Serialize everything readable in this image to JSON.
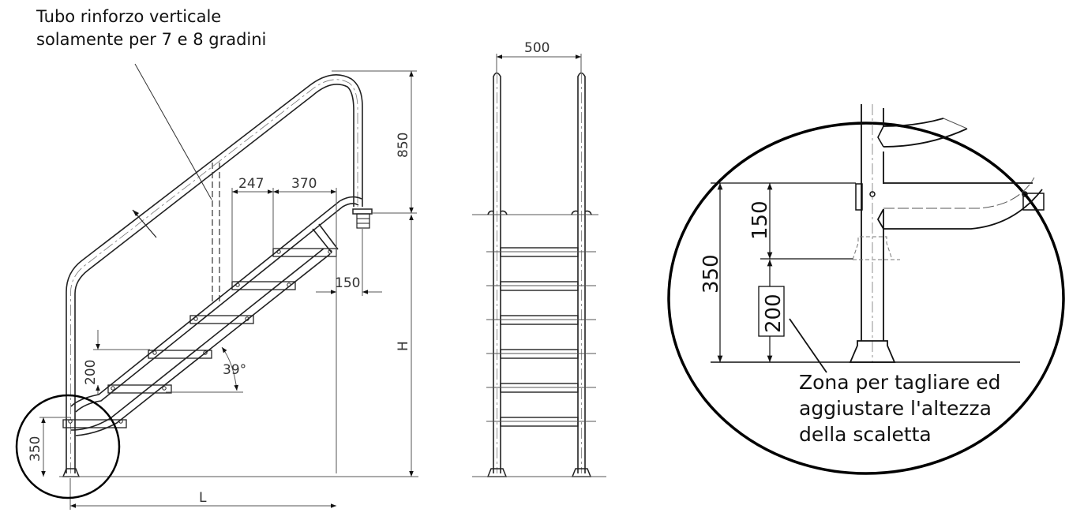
{
  "notes": {
    "reinforcement_line1": "Tubo rinforzo verticale",
    "reinforcement_line2": "solamente per 7 e 8 gradini",
    "cut_zone_line1": "Zona per tagliare ed",
    "cut_zone_line2": "aggiustare l'altezza",
    "cut_zone_line3": "della scaletta"
  },
  "side_view": {
    "dim_tread_depth": "247",
    "dim_top_step": "370",
    "dim_handrail_height": "850",
    "dim_anchor_offset": "150",
    "dim_height": "H",
    "dim_length": "L",
    "dim_step_rise": "200",
    "dim_angle": "39°",
    "dim_base": "350"
  },
  "front_view": {
    "dim_width": "500",
    "step_count": 6
  },
  "detail_view": {
    "dim_total": "350",
    "dim_upper": "150",
    "dim_cut_zone": "200"
  },
  "colors": {
    "line": "#222222",
    "background": "#ffffff"
  }
}
